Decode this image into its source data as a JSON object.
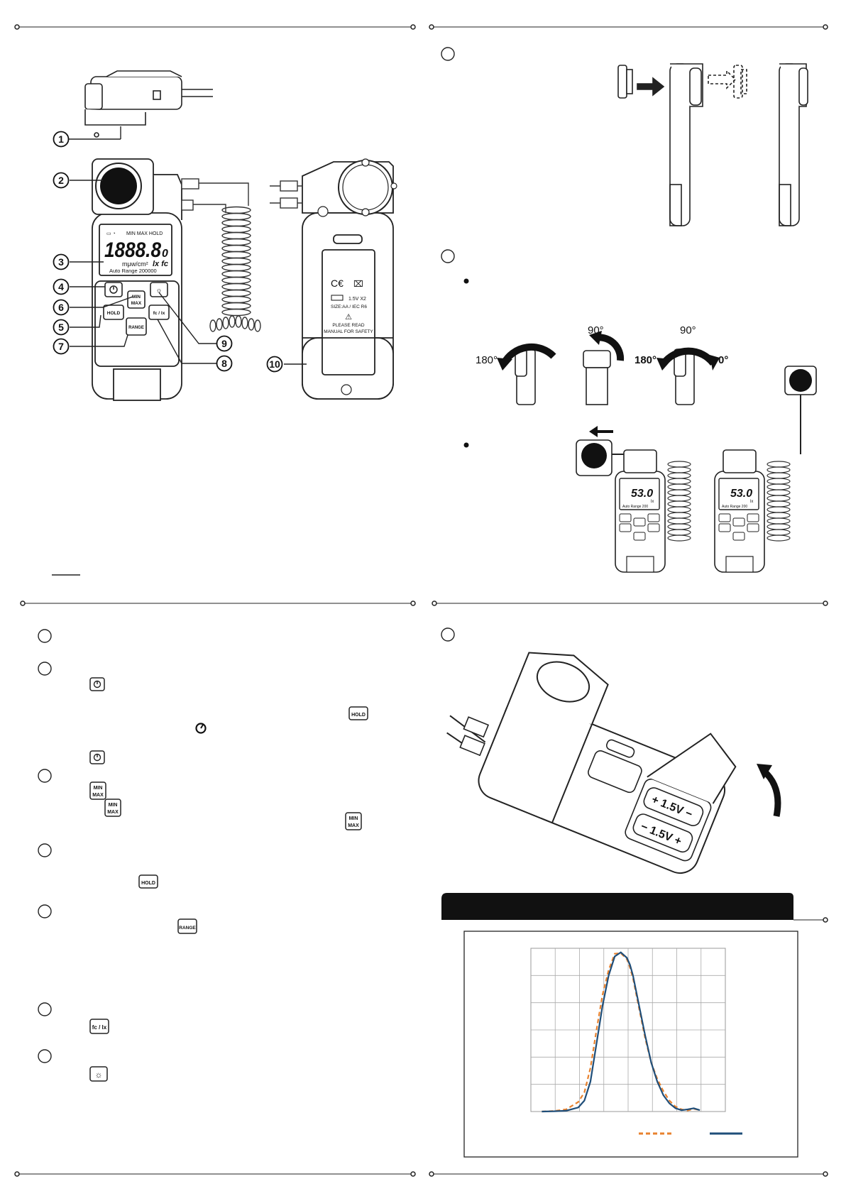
{
  "display": {
    "indicators": "MIN  MAX  HOLD",
    "digits": "1888.8",
    "small_digit": "0",
    "units": "mμw/cm²",
    "lux_units": "lx fc",
    "auto_range": "Auto Range 200000"
  },
  "buttons": {
    "min": "MIN",
    "max": "MAX",
    "hold": "HOLD",
    "range": "RANGE",
    "fc_lx": "fc / lx"
  },
  "back_label": {
    "battery": "1.5V X2",
    "size": "SIZE:AA / IEC R6",
    "please_read": "PLEASE READ",
    "manual": "MANUAL FOR SAFETY"
  },
  "callouts": [
    "1",
    "2",
    "3",
    "4",
    "6",
    "5",
    "7",
    "9",
    "8",
    "10"
  ],
  "rotation": {
    "a180": "180°",
    "a90a": "90°",
    "a90b": "90°",
    "b180": "180°",
    "b0": "0°"
  },
  "mini_meter": {
    "reading": "53.0",
    "unit": "lx",
    "range": "Auto Range 200"
  },
  "battery_cover": {
    "pos": "+ 1.5V −",
    "neg": "− 1.5V +"
  },
  "chart_data": {
    "type": "line",
    "title": "",
    "xlabel": "",
    "ylabel": "",
    "xlim": [
      0,
      320
    ],
    "ylim": [
      0,
      6
    ],
    "grid": true,
    "series": [
      {
        "style": "dashed",
        "color": "#e8822e",
        "x": [
          0,
          20,
          40,
          60,
          70,
          80,
          90,
          100,
          110,
          120,
          130,
          140,
          145,
          150,
          160,
          170,
          180,
          190,
          200,
          210,
          220,
          230,
          240,
          250,
          260
        ],
        "y": [
          0,
          0.02,
          0.08,
          0.35,
          0.7,
          1.6,
          3.0,
          4.3,
          5.2,
          5.8,
          5.82,
          5.6,
          5.3,
          4.9,
          3.8,
          2.7,
          1.8,
          1.2,
          0.75,
          0.4,
          0.18,
          0.08,
          0.04,
          0.1,
          0.05
        ]
      },
      {
        "style": "solid",
        "color": "#1f4e79",
        "x": [
          0,
          20,
          40,
          60,
          70,
          80,
          90,
          100,
          110,
          120,
          130,
          140,
          145,
          150,
          160,
          170,
          180,
          190,
          200,
          210,
          220,
          230,
          240,
          250,
          260
        ],
        "y": [
          0,
          0.01,
          0.03,
          0.15,
          0.4,
          1.1,
          2.5,
          3.9,
          5.0,
          5.7,
          5.85,
          5.65,
          5.4,
          5.0,
          3.9,
          2.8,
          1.8,
          1.1,
          0.6,
          0.3,
          0.12,
          0.05,
          0.08,
          0.12,
          0.05
        ]
      }
    ]
  }
}
